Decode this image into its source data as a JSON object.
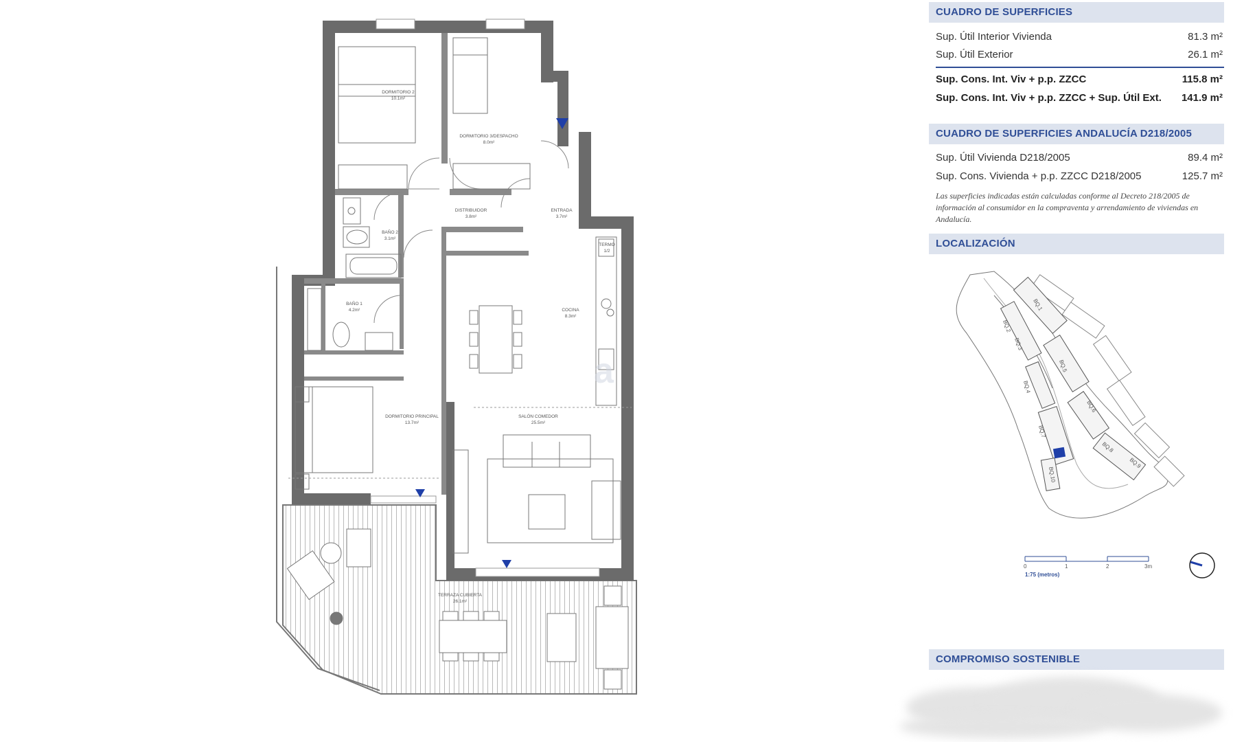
{
  "rooms": {
    "dormitorio2": {
      "name": "DORMITORIO 2",
      "area": "10.1m²"
    },
    "dormitorio3": {
      "name": "DORMITORIO 3/DESPACHO",
      "area": "8.0m²"
    },
    "distribuidor": {
      "name": "DISTRIBUIDOR",
      "area": "3.8m²"
    },
    "entrada": {
      "name": "ENTRADA",
      "area": "3.7m²"
    },
    "bano2": {
      "name": "BAÑO 2",
      "area": "3.1m²"
    },
    "bano1": {
      "name": "BAÑO 1",
      "area": "4.2m²"
    },
    "cocina": {
      "name": "COCINA",
      "area": "8.3m²"
    },
    "termo": {
      "name": "TERMO",
      "area": "1/2"
    },
    "dormitorio_principal": {
      "name": "DORMITORIO PRINCIPAL",
      "area": "13.7m²"
    },
    "salon": {
      "name": "SALÓN COMEDOR",
      "area": "25.5m²"
    },
    "terraza": {
      "name": "TERRAZA CUBIERTA",
      "area": "26.1m²"
    }
  },
  "superficies": {
    "title": "CUADRO DE SUPERFICIES",
    "rows": [
      {
        "label": "Sup. Útil Interior Vivienda",
        "value": "81.3 m²"
      },
      {
        "label": "Sup. Útil Exterior",
        "value": "26.1 m²"
      }
    ],
    "bold_rows": [
      {
        "label": "Sup. Cons. Int. Viv + p.p. ZZCC",
        "value": "115.8 m²"
      },
      {
        "label": "Sup. Cons. Int. Viv + p.p. ZZCC + Sup. Útil Ext.",
        "value": "141.9 m²"
      }
    ]
  },
  "andalucia": {
    "title": "CUADRO DE SUPERFICIES ANDALUCÍA D218/2005",
    "rows": [
      {
        "label": "Sup. Útil Vivienda D218/2005",
        "value": "89.4 m²"
      },
      {
        "label": "Sup. Cons. Vivienda + p.p. ZZCC D218/2005",
        "value": "125.7 m²"
      }
    ],
    "note": "Las superficies indicadas están calculadas conforme al Decreto 218/2005 de información al consumidor en la compraventa y arrendamiento de viviendas en Andalucía."
  },
  "localizacion": {
    "title": "LOCALIZACIÓN",
    "block_labels": [
      "BQ.1",
      "BQ.2",
      "BQ.3",
      "BQ.4",
      "BQ.5",
      "BQ.6",
      "BQ.7",
      "BQ.8",
      "BQ.9",
      "BQ.10"
    ],
    "scale_ticks": [
      "0",
      "1",
      "2",
      "3m"
    ],
    "scale_label": "1:75 (metros)"
  },
  "sostenible": {
    "title": "COMPROMISO SOSTENIBLE"
  },
  "watermark": "a",
  "colors": {
    "accent": "#2f4e96",
    "header_bg": "#dde3ee",
    "marker": "#1f3fa8",
    "wall": "#6b6b6b"
  }
}
